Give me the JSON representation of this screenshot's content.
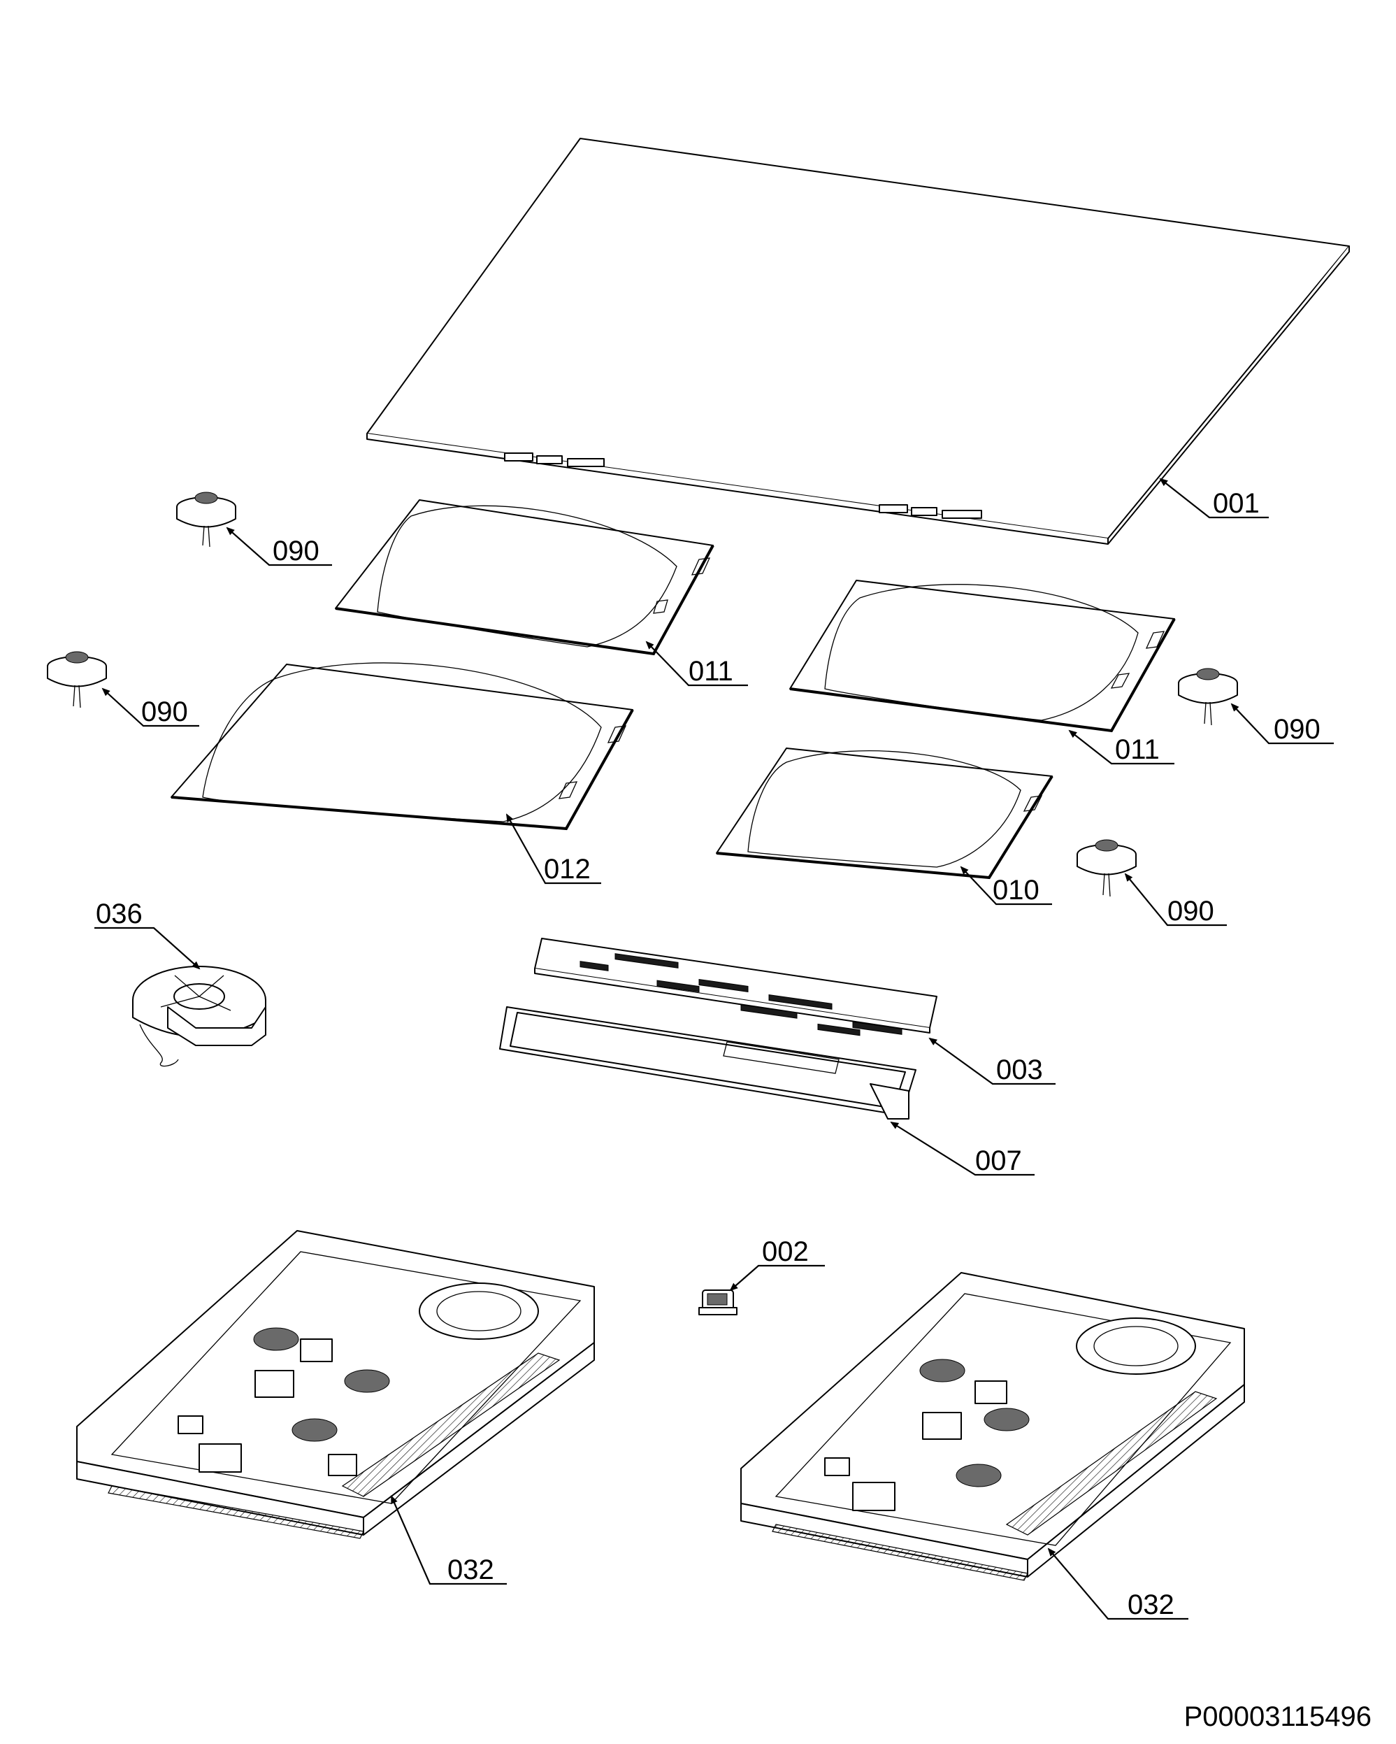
{
  "diagram": {
    "callouts": {
      "c001": "001",
      "c090a": "090",
      "c011a": "011",
      "c090b": "090",
      "c011b": "011",
      "c090c": "090",
      "c012": "012",
      "c010": "010",
      "c090d": "090",
      "c036": "036",
      "c003": "003",
      "c007": "007",
      "c002": "002",
      "c032a": "032",
      "c032b": "032"
    },
    "document_id": "P00003115496"
  }
}
